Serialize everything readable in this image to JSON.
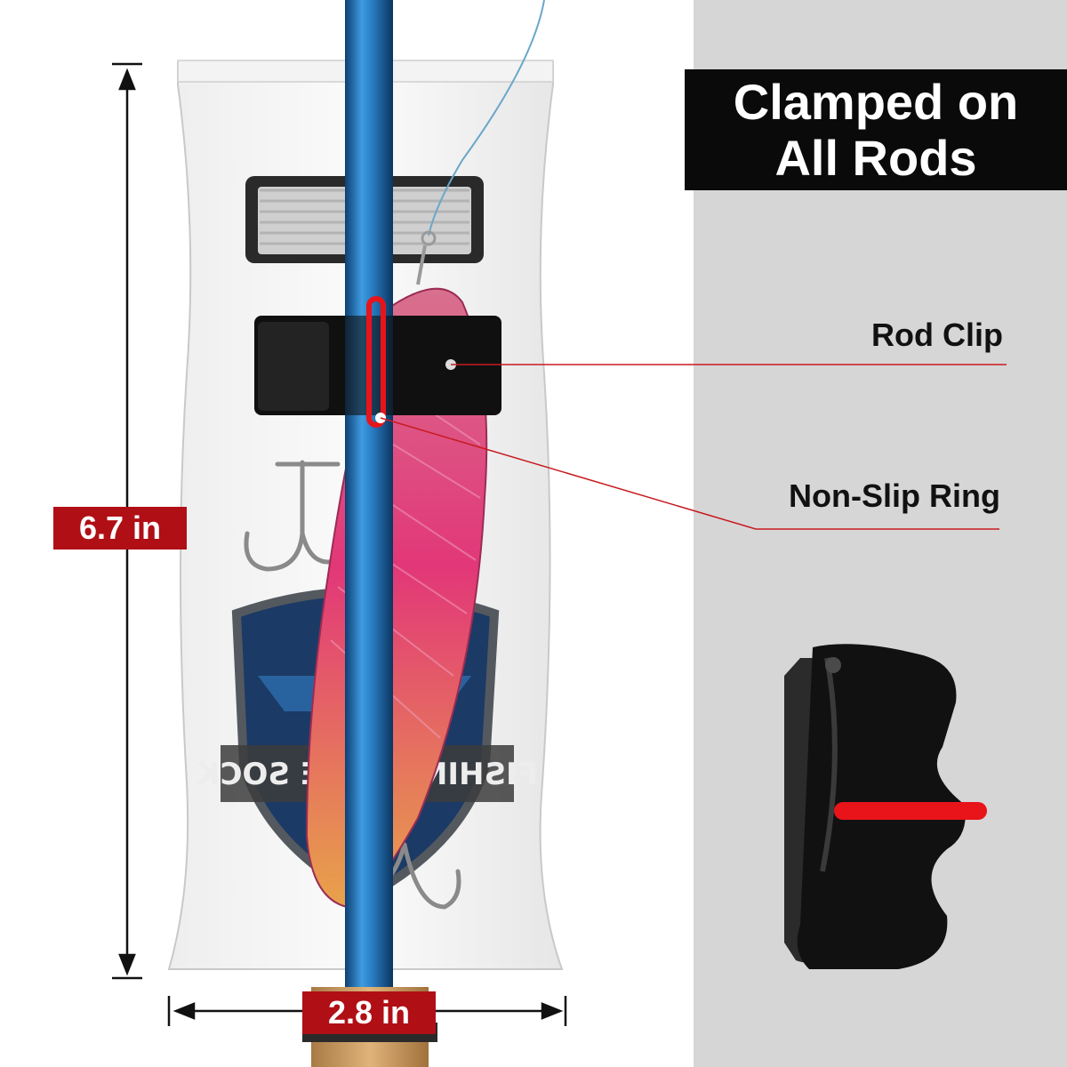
{
  "headline": {
    "line1": "Clamped on",
    "line2": "All Rods"
  },
  "callouts": {
    "rod_clip": "Rod Clip",
    "non_slip_ring": "Non-Slip Ring"
  },
  "dimensions": {
    "height": "6.7 in",
    "width": "2.8 in"
  },
  "logo_text": "FISHING LURE SOCK",
  "colors": {
    "accent_red": "#b00f15",
    "rod_blue": "#1f6fb5",
    "panel_black": "#0a0a0a",
    "right_bg": "#d6d6d6"
  }
}
